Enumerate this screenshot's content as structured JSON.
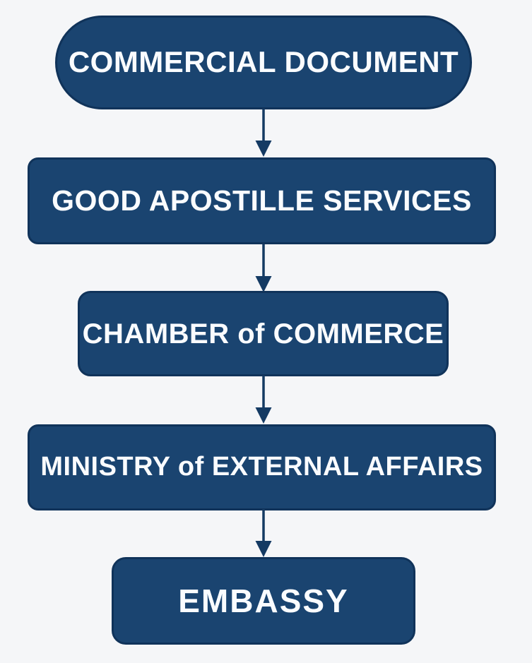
{
  "flowchart": {
    "description": "Commercial document attestation process flowchart",
    "colors": {
      "background": "#f5f6f8",
      "node_fill": "#1a4470",
      "node_border": "#10335a",
      "node_text": "#fafcff",
      "arrow": "#143a63"
    },
    "nodes": [
      {
        "id": "commercial-document",
        "label": "COMMERCIAL DOCUMENT",
        "shape": "stadium"
      },
      {
        "id": "good-apostille-services",
        "label": "GOOD APOSTILLE SERVICES",
        "shape": "rounded-rect"
      },
      {
        "id": "chamber-of-commerce",
        "label": "CHAMBER of COMMERCE",
        "shape": "rounded-rect"
      },
      {
        "id": "ministry-of-external-affairs",
        "label": "MINISTRY of EXTERNAL AFFAIRS",
        "shape": "rounded-rect"
      },
      {
        "id": "embassy",
        "label": "EMBASSY",
        "shape": "rounded-rect"
      }
    ],
    "edges": [
      {
        "from": "commercial-document",
        "to": "good-apostille-services",
        "style": "arrow-down"
      },
      {
        "from": "good-apostille-services",
        "to": "chamber-of-commerce",
        "style": "arrow-down"
      },
      {
        "from": "chamber-of-commerce",
        "to": "ministry-of-external-affairs",
        "style": "arrow-down"
      },
      {
        "from": "ministry-of-external-affairs",
        "to": "embassy",
        "style": "arrow-down"
      }
    ]
  }
}
